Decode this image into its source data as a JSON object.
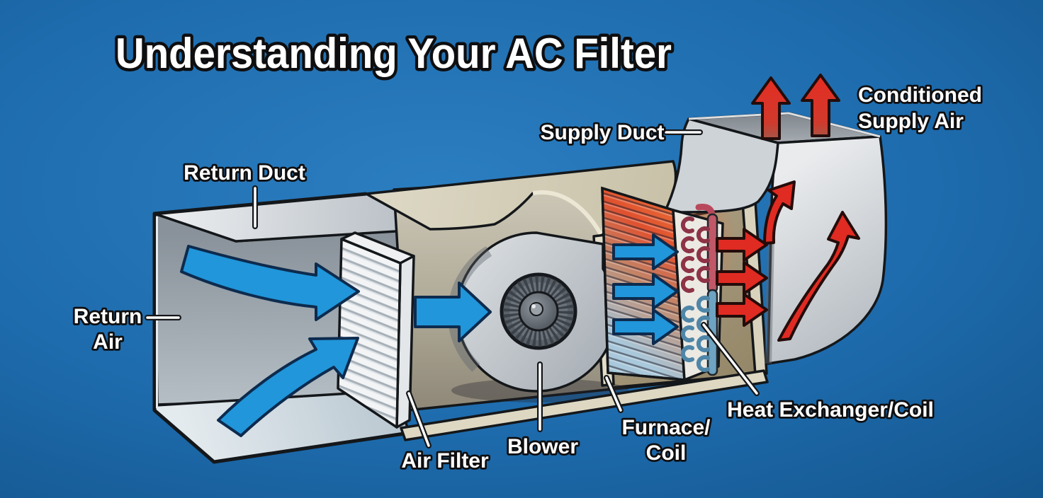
{
  "title": "Understanding Your AC Filter",
  "labels": {
    "return_duct": "Return Duct",
    "return_air_line1": "Return",
    "return_air_line2": "Air",
    "supply_duct": "Supply Duct",
    "conditioned_supply_air_line1": "Conditioned",
    "conditioned_supply_air_line2": "Supply Air",
    "air_filter": "Air Filter",
    "blower": "Blower",
    "furnace_coil_line1": "Furnace/",
    "furnace_coil_line2": "Coil",
    "heat_exchanger_coil": "Heat Exchanger/Coil"
  },
  "components": [
    "Return Duct",
    "Return Air",
    "Air Filter",
    "Blower",
    "Furnace/Coil",
    "Heat Exchanger/Coil",
    "Supply Duct",
    "Conditioned Supply Air"
  ],
  "colors": {
    "background_blue": "#1e6cae",
    "background_blue_light": "#2b7ec0",
    "background_blue_dark": "#14568e",
    "return_air_arrow_blue": "#2196da",
    "supply_air_arrow_red": "#e02b22",
    "duct_metal_gray": "#c8cdd2",
    "cabinet_beige": "#d5cfb9",
    "coil_hot_orange": "#e0512f",
    "coil_cold_blue": "#a9c8db",
    "outline_black": "#14171a",
    "label_text_white": "#ffffff"
  }
}
